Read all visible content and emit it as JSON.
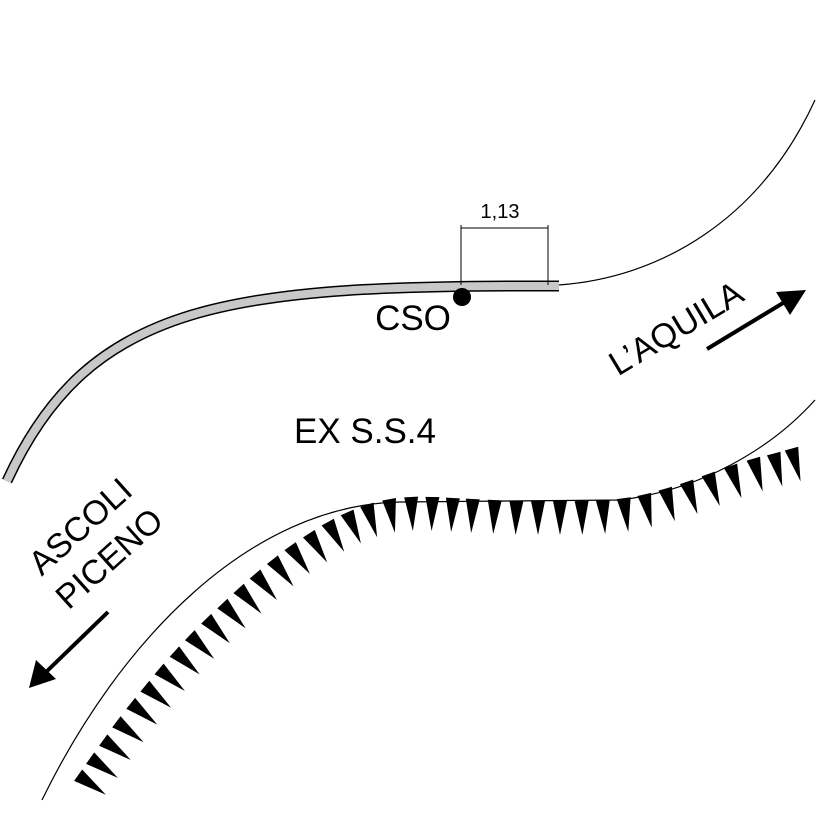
{
  "diagram": {
    "road_name": "EX S.S.4",
    "point_label": "CSO",
    "dimension_value": "1,13",
    "direction_northeast": "L’AQUILA",
    "direction_southwest_line1": "ASCOLI",
    "direction_southwest_line2": "PICENO"
  },
  "colors": {
    "line": "#000000",
    "barrier_fill": "#c8c8c8",
    "background": "#ffffff"
  }
}
